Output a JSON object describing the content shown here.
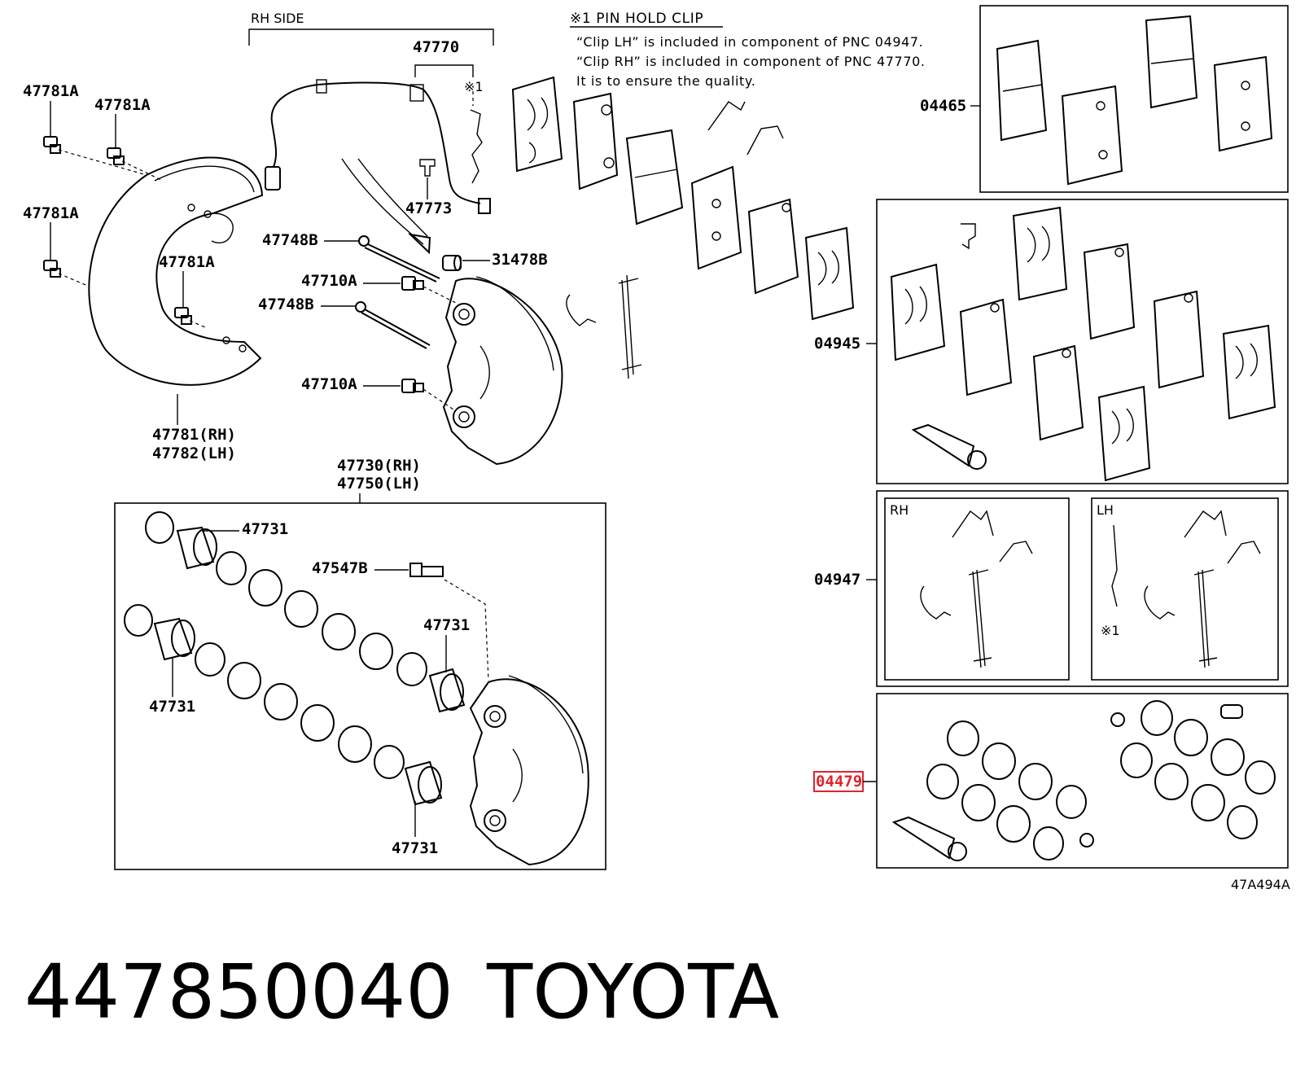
{
  "header": {
    "rh_side": "RH SIDE",
    "note_title": "※1 PIN HOLD CLIP",
    "note_lines": [
      "“Clip LH” is included in component of PNC 04947.",
      "“Clip RH” is included in component of PNC 47770.",
      "It is to ensure the quality."
    ]
  },
  "callouts": {
    "c47770": "47770",
    "c_mark1": "※1",
    "c47773": "47773",
    "c47781A_1": "47781A",
    "c47781A_2": "47781A",
    "c47781A_3": "47781A",
    "c47781A_4": "47781A",
    "c47781_rh": "47781(RH)",
    "c47782_lh": "47782(LH)",
    "c47748B_1": "47748B",
    "c47748B_2": "47748B",
    "c47710A_1": "47710A",
    "c47710A_2": "47710A",
    "c31478B": "31478B",
    "c47730_rh": "47730(RH)",
    "c47750_lh": "47750(LH)",
    "c47731_1": "47731",
    "c47731_2": "47731",
    "c47731_3": "47731",
    "c47731_4": "47731",
    "c47547B": "47547B",
    "c04465": "04465",
    "c04945": "04945",
    "c04947": "04947",
    "c04479": "04479",
    "box_rh": "RH",
    "box_lh": "LH",
    "box_mark1": "※1",
    "diagram_code": "47A494A"
  },
  "footer": {
    "part_number": "447850040",
    "brand": "TOYOTA"
  },
  "colors": {
    "highlight": "#e0242b",
    "ink": "#000000"
  }
}
